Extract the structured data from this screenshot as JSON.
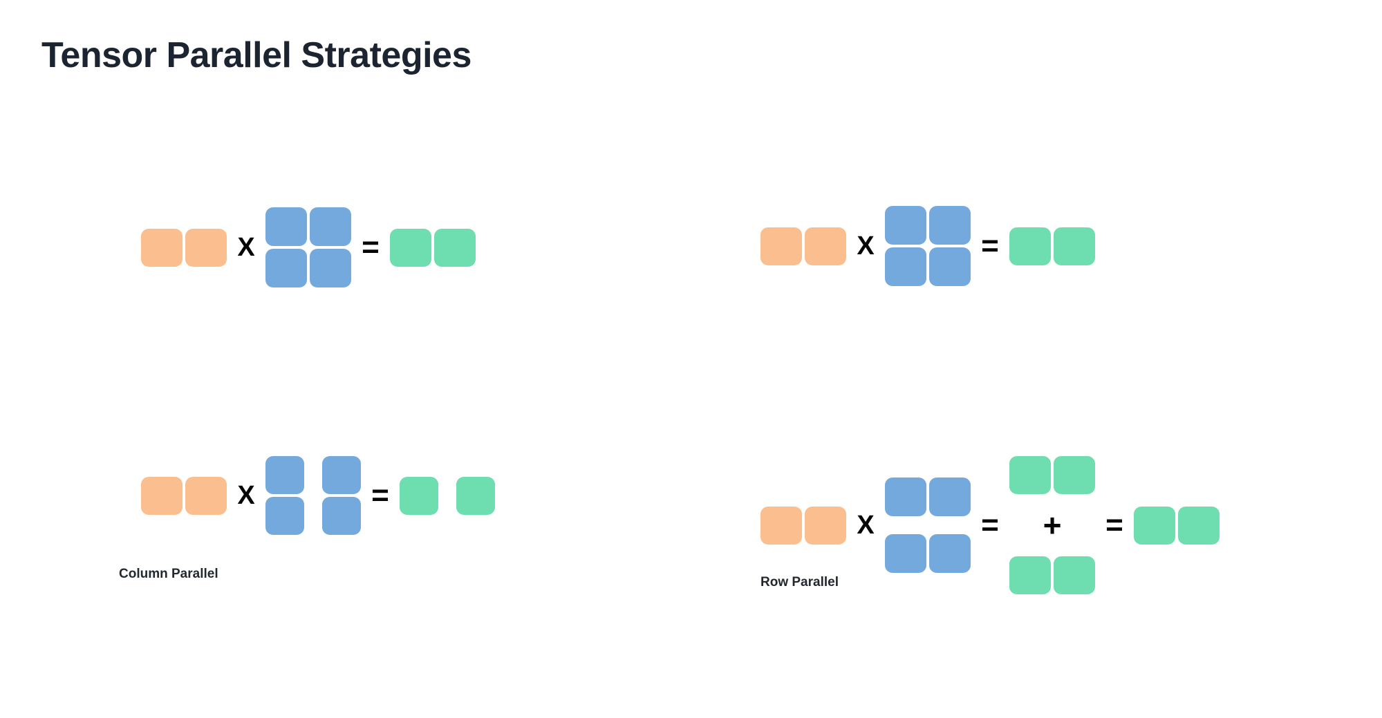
{
  "page": {
    "title": "Tensor Parallel Strategies",
    "background_color": "#ffffff",
    "title_color": "#1b2430"
  },
  "palette": {
    "input_orange": "#fbbe8e",
    "weight_blue": "#74a9dd",
    "output_green": "#6eddb0",
    "operator_black": "#050505"
  },
  "operators": {
    "multiply": "X",
    "equals": "=",
    "plus": "+"
  },
  "diagram": {
    "type": "matrix-multiplication-illustration",
    "panels": [
      {
        "id": "column-parallel-unsharded",
        "position": "top-left",
        "caption": "",
        "terms": [
          {
            "role": "input-activation",
            "color": "input_orange",
            "rows": 1,
            "cols": 2,
            "split": "none"
          },
          {
            "role": "operator",
            "symbol": "X"
          },
          {
            "role": "weight-matrix",
            "color": "weight_blue",
            "rows": 2,
            "cols": 2,
            "split": "none"
          },
          {
            "role": "operator",
            "symbol": "="
          },
          {
            "role": "output-activation",
            "color": "output_green",
            "rows": 1,
            "cols": 2,
            "split": "none"
          }
        ]
      },
      {
        "id": "row-parallel-unsharded",
        "position": "top-right",
        "caption": "",
        "terms": [
          {
            "role": "input-activation",
            "color": "input_orange",
            "rows": 1,
            "cols": 2,
            "split": "none"
          },
          {
            "role": "operator",
            "symbol": "X"
          },
          {
            "role": "weight-matrix",
            "color": "weight_blue",
            "rows": 2,
            "cols": 2,
            "split": "none"
          },
          {
            "role": "operator",
            "symbol": "="
          },
          {
            "role": "output-activation",
            "color": "output_green",
            "rows": 1,
            "cols": 2,
            "split": "none"
          }
        ]
      },
      {
        "id": "column-parallel-sharded",
        "position": "bottom-left",
        "caption": "Column Parallel",
        "terms": [
          {
            "role": "input-activation",
            "color": "input_orange",
            "rows": 1,
            "cols": 2,
            "split": "none"
          },
          {
            "role": "operator",
            "symbol": "X"
          },
          {
            "role": "weight-matrix",
            "color": "weight_blue",
            "rows": 2,
            "cols": 2,
            "split": "by-column"
          },
          {
            "role": "operator",
            "symbol": "="
          },
          {
            "role": "output-activation",
            "color": "output_green",
            "rows": 1,
            "cols": 2,
            "split": "by-column"
          }
        ]
      },
      {
        "id": "row-parallel-sharded",
        "position": "bottom-right",
        "caption": "Row Parallel",
        "terms": [
          {
            "role": "input-activation",
            "color": "input_orange",
            "rows": 1,
            "cols": 2,
            "split": "none"
          },
          {
            "role": "operator",
            "symbol": "X"
          },
          {
            "role": "weight-matrix",
            "color": "weight_blue",
            "rows": 2,
            "cols": 2,
            "split": "by-row"
          },
          {
            "role": "operator",
            "symbol": "="
          },
          {
            "role": "partial-sum-top",
            "color": "output_green",
            "rows": 1,
            "cols": 2,
            "split": "none"
          },
          {
            "role": "operator",
            "symbol": "+"
          },
          {
            "role": "partial-sum-bottom",
            "color": "output_green",
            "rows": 1,
            "cols": 2,
            "split": "none"
          },
          {
            "role": "operator",
            "symbol": "="
          },
          {
            "role": "output-activation",
            "color": "output_green",
            "rows": 1,
            "cols": 2,
            "split": "none"
          }
        ]
      }
    ],
    "captions": {
      "column_parallel": "Column Parallel",
      "row_parallel": "Row Parallel"
    }
  }
}
